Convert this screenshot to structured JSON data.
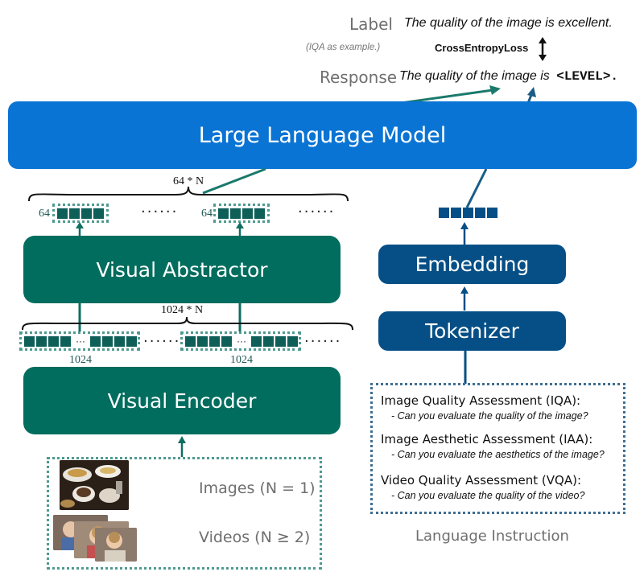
{
  "top": {
    "label_tag": "Label",
    "label_text": "The quality of the image is excellent.",
    "iqa_note": "(IQA as example.)",
    "loss": "CrossEntropyLoss",
    "response_tag": "Response",
    "response_text": "The quality of the image is",
    "response_level": "<LEVEL>."
  },
  "llm_label": "Large Language Model",
  "left": {
    "count_top": "64 * N",
    "token_count_64": "64",
    "visual_abstractor": "Visual Abstractor",
    "count_mid": "1024 * N",
    "token_count_1024": "1024",
    "visual_encoder": "Visual Encoder",
    "images_label": "Images (N = 1)",
    "videos_label": "Videos (N ≥ 2)",
    "ellipsis": "······"
  },
  "right": {
    "embedding": "Embedding",
    "tokenizer": "Tokenizer",
    "instructions": [
      {
        "title": "Image Quality Assessment (IQA):",
        "question": "- Can you evaluate the quality of the image?"
      },
      {
        "title": "Image Aesthetic Assessment (IAA):",
        "question": "- Can you evaluate the aesthetics of the image?"
      },
      {
        "title": "Video Quality Assessment (VQA):",
        "question": "- Can you evaluate the quality of the video?"
      }
    ],
    "caption": "Language Instruction"
  },
  "colors": {
    "llm_blue": "#0a74d4",
    "teal": "#006d5e",
    "navy": "#064f86",
    "token_teal": "#0f5f59"
  },
  "icons": [
    "double-arrow-icon",
    "up-arrow-icon",
    "curly-brace-icon",
    "photo-thumbnail"
  ]
}
